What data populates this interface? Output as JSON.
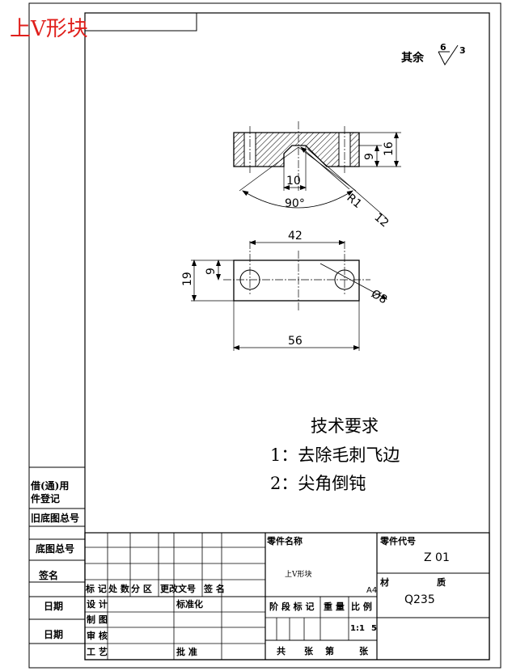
{
  "header": {
    "title": "上V形块",
    "title_color": "#e0201c"
  },
  "roughness": {
    "label": "其余",
    "value_top": "6",
    "value_right": "3"
  },
  "dimensions": {
    "d9_side": "9",
    "d16": "16",
    "d10": "10",
    "angle": "90°",
    "r1": "R1",
    "d12": "12",
    "d42": "42",
    "d19": "19",
    "d9_left": "9",
    "dia8": "Ø8",
    "d56": "56"
  },
  "tech_requirements": {
    "heading": "技术要求",
    "items": [
      "1：去除毛刺飞边",
      "2：尖角倒钝"
    ]
  },
  "left_strip": {
    "labels": [
      "借(通)用",
      "件登记",
      "旧底图总号",
      "底图总号",
      "签名",
      "日期",
      "日期"
    ]
  },
  "title_block": {
    "part_name_label": "零件名称",
    "part_name": "上V形块",
    "part_code_label": "零件代号",
    "part_code": "Z 01",
    "paper_size": "A4",
    "material_label": "材",
    "material_label2": "质",
    "material": "Q235",
    "rev_headers": [
      "标 记",
      "处 数",
      "分 区",
      "更改文号",
      "签 名"
    ],
    "design": "设 计",
    "drawing": "制 图",
    "check": "审 核",
    "craft": "工 艺",
    "standardize": "标准化",
    "approve": "批 准",
    "stage_label": "阶 段 标 记",
    "weight_label": "重 量",
    "scale_label": "比 例",
    "scale": "1:1",
    "scale_extra": "5",
    "sheets_total": "共",
    "sheets_unit": "张",
    "sheet_no": "第",
    "sheet_unit2": "张"
  }
}
